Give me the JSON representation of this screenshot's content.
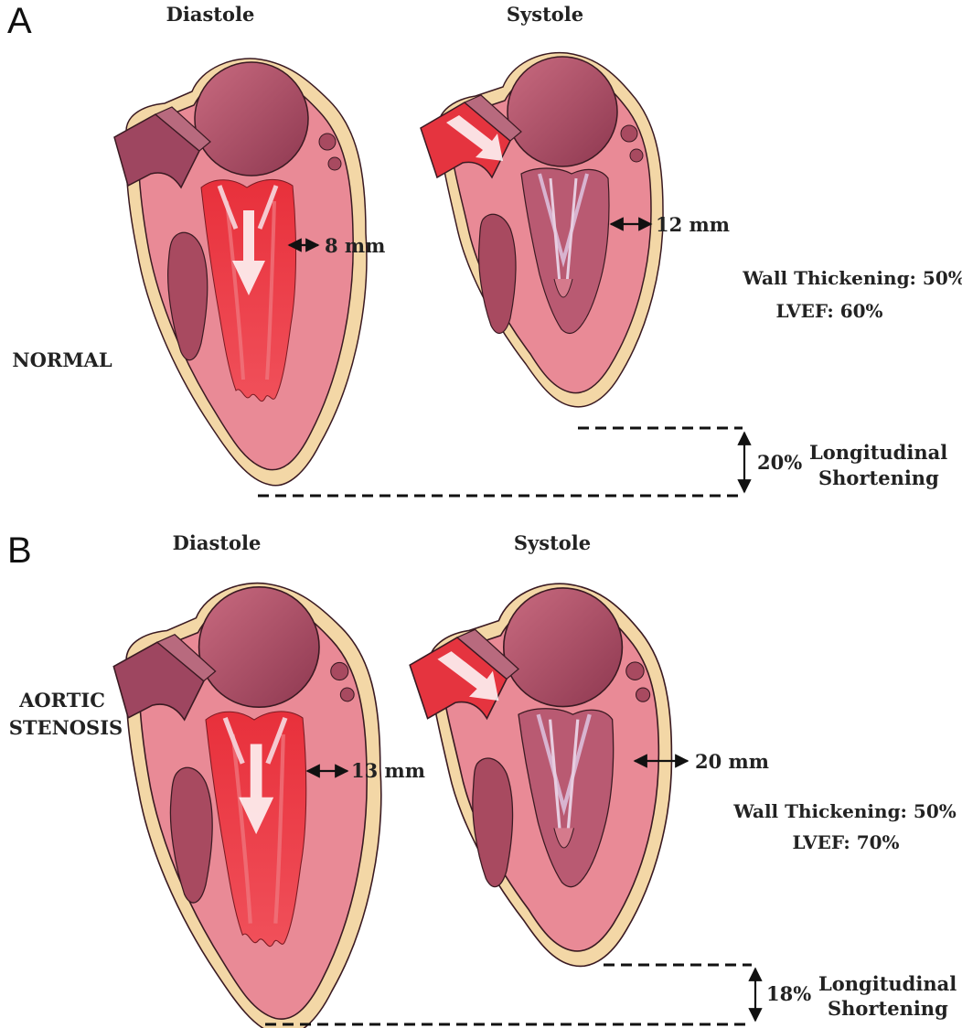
{
  "panels": [
    {
      "letter": "A",
      "diastole_label": "Diastole",
      "systole_label": "Systole",
      "condition_lines": [
        "NORMAL"
      ],
      "diastole_wall": "8 mm",
      "systole_wall": "12 mm",
      "wall_thickening": "Wall Thickening: 50%",
      "lvef": "LVEF: 60%",
      "shortening_value": "20%",
      "shortening_lines": [
        "Longitudinal",
        "Shortening"
      ]
    },
    {
      "letter": "B",
      "diastole_label": "Diastole",
      "systole_label": "Systole",
      "condition_lines": [
        "AORTIC",
        "STENOSIS"
      ],
      "diastole_wall": "13 mm",
      "systole_wall": "20 mm",
      "wall_thickening": "Wall Thickening: 50%",
      "lvef": "LVEF: 70%",
      "shortening_value": "18%",
      "shortening_lines": [
        "Longitudinal",
        "Shortening"
      ]
    }
  ],
  "colors": {
    "epicardium": "#f3d7a6",
    "myocardium": "#e98a96",
    "chamber_dark": "#a84a60",
    "atrium": "#b35a70",
    "blood": "#e5343f",
    "valve": "#c8a0c0",
    "outline": "#3a1a22"
  }
}
